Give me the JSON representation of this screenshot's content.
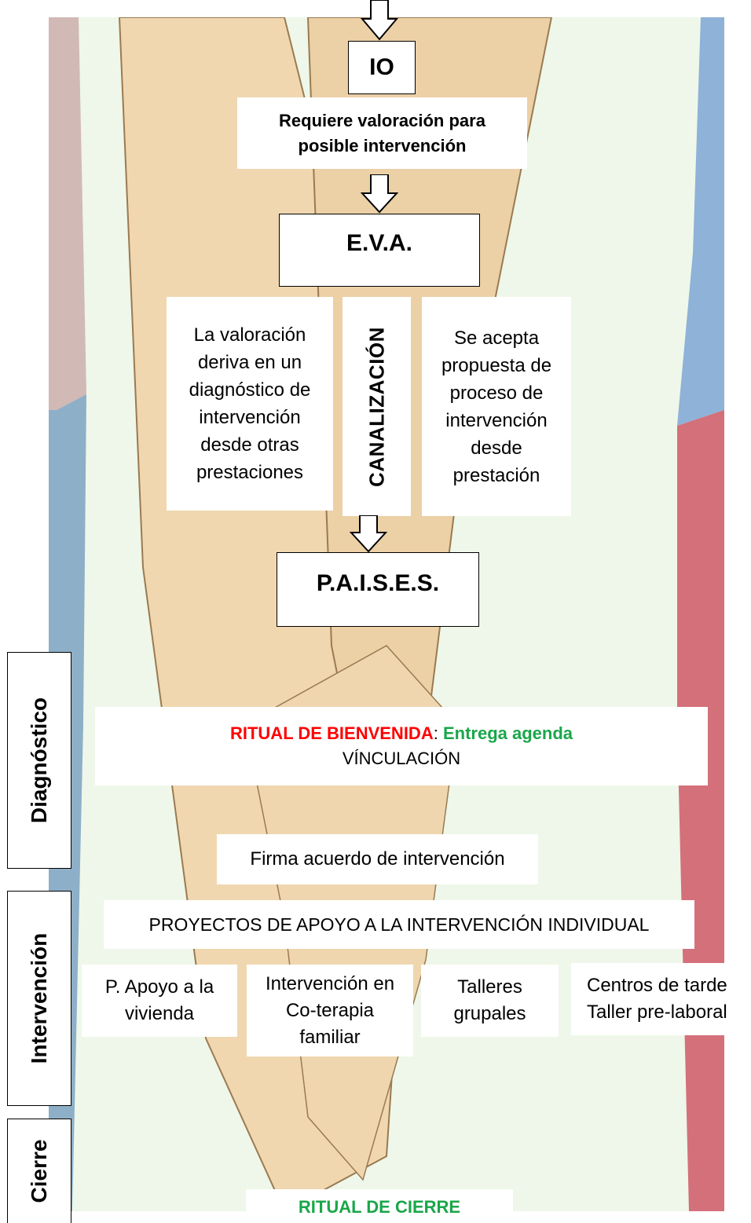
{
  "nodes": {
    "io": "IO",
    "requiere": "Requiere valoración para posible intervención",
    "eva": "E.V.A.",
    "left_desc": "La valoración deriva en un diagnóstico de intervención desde otras prestaciones",
    "canalizacion": "CANALIZACIÓN",
    "right_desc": "Se acepta propuesta de proceso de intervención desde prestación",
    "paises": "P.A.I.S.E.S.",
    "ritual_bienvenida": "RITUAL DE BIENVENIDA",
    "colon": ":",
    "entrega_agenda": "Entrega agenda",
    "vinculacion": "VÍNCULACIÓN",
    "firma": "Firma acuerdo de intervención",
    "proyectos": "PROYECTOS DE APOYO A LA INTERVENCIÓN INDIVIDUAL",
    "apoyo_vivienda": "P. Apoyo a la vivienda",
    "coterapia": "Intervención en Co-terapia familiar",
    "talleres": "Talleres grupales",
    "centros_line1": "Centros de tarde",
    "centros_line2": "Taller pre-laboral",
    "ritual_cierre": "RITUAL DE CIERRE"
  },
  "phases": {
    "diagnostico": "Diagnóstico",
    "intervencion": "Intervención",
    "cierre": "Cierre"
  },
  "colors": {
    "background": "#eef7e9",
    "ritual_red": "#ff0000",
    "ritual_green": "#1aa64a"
  }
}
